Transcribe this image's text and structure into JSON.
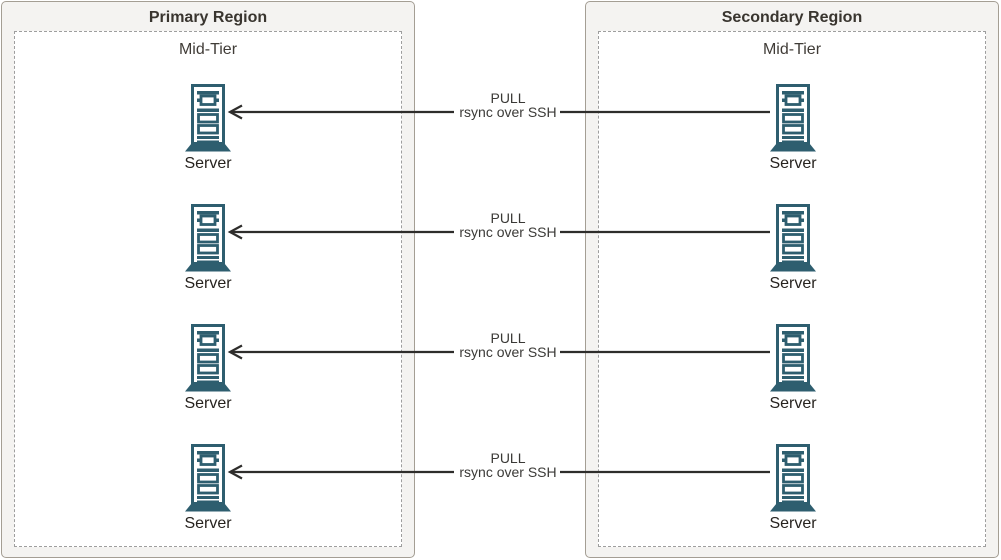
{
  "regions": [
    {
      "title": "Primary Region",
      "tier_label": "Mid-Tier",
      "servers": [
        {
          "label": "Server"
        },
        {
          "label": "Server"
        },
        {
          "label": "Server"
        },
        {
          "label": "Server"
        }
      ]
    },
    {
      "title": "Secondary Region",
      "tier_label": "Mid-Tier",
      "servers": [
        {
          "label": "Server"
        },
        {
          "label": "Server"
        },
        {
          "label": "Server"
        },
        {
          "label": "Server"
        }
      ]
    }
  ],
  "connections": [
    {
      "line1": "PULL",
      "line2": "rsync over SSH",
      "direction": "secondary-to-primary"
    },
    {
      "line1": "PULL",
      "line2": "rsync over SSH",
      "direction": "secondary-to-primary"
    },
    {
      "line1": "PULL",
      "line2": "rsync over SSH",
      "direction": "secondary-to-primary"
    },
    {
      "line1": "PULL",
      "line2": "rsync over SSH",
      "direction": "secondary-to-primary"
    }
  ],
  "colors": {
    "server_icon": "#2e5e6f",
    "arrow": "#2e2d2b",
    "region_background": "#f4f3f1",
    "region_border": "#a49e94",
    "dashed_border": "#9e9e9e",
    "title_text": "#39352f"
  }
}
